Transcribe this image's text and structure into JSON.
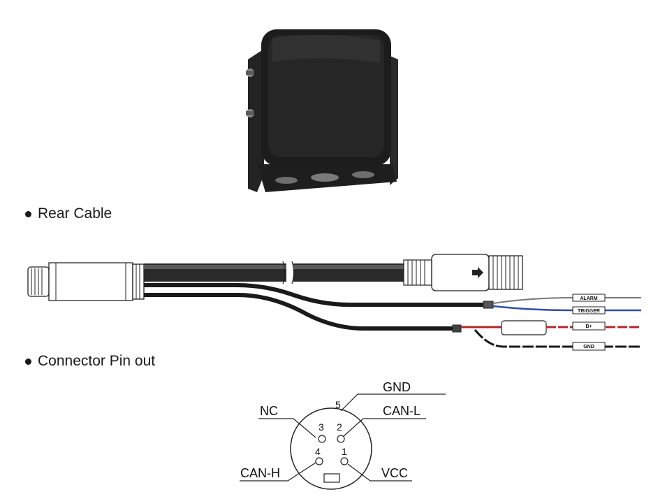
{
  "sections": {
    "rear_cable": "Rear Cable",
    "connector_pinout": "Connector Pin out"
  },
  "cable_labels": {
    "alarm": "ALARM",
    "trigger": "TRIGGER",
    "bplus": "B+",
    "gnd": "GND"
  },
  "pins": {
    "labels": {
      "gnd": "GND",
      "nc": "NC",
      "can_l": "CAN-L",
      "can_h": "CAN-H",
      "vcc": "VCC"
    },
    "numbers": [
      "1",
      "2",
      "3",
      "4",
      "5"
    ]
  },
  "colors": {
    "camera_body": "#1c1c1c",
    "cable": "#1a1a1a",
    "wire_red": "#b3262c",
    "wire_blue": "#2f4bb0",
    "line": "#222222"
  }
}
